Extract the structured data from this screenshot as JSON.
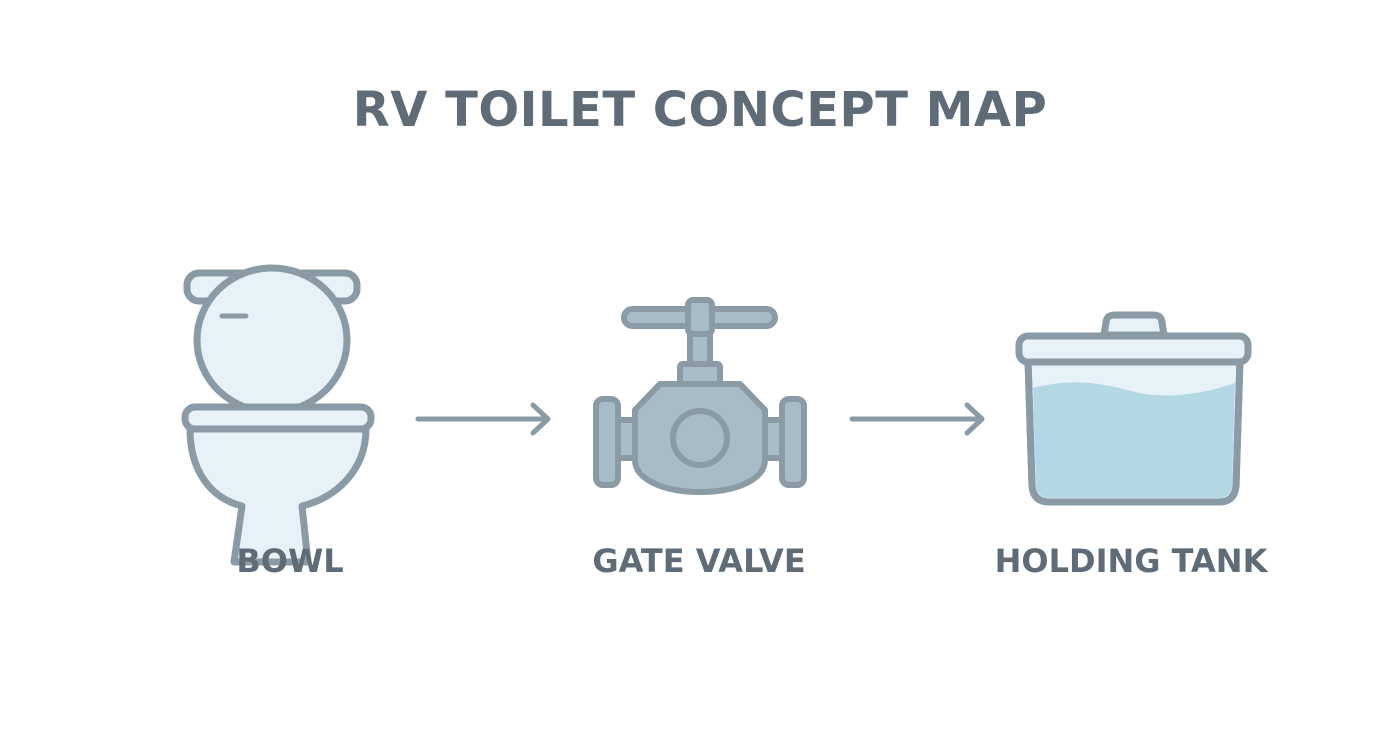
{
  "diagram": {
    "title": "RV TOILET CONCEPT MAP",
    "nodes": [
      {
        "id": "bowl",
        "label": "BOWL",
        "icon": "toilet-icon"
      },
      {
        "id": "gate_valve",
        "label": "GATE VALVE",
        "icon": "valve-icon"
      },
      {
        "id": "holding_tank",
        "label": "HOLDING TANK",
        "icon": "tank-icon"
      }
    ],
    "edges": [
      {
        "from": "bowl",
        "to": "gate_valve"
      },
      {
        "from": "gate_valve",
        "to": "holding_tank"
      }
    ],
    "colors": {
      "stroke": "#8a9ba6",
      "fill_light": "#e7f1f8",
      "metal": "#a7bcc6",
      "water": "#b4d7e4",
      "text": "#5f6c77"
    }
  }
}
